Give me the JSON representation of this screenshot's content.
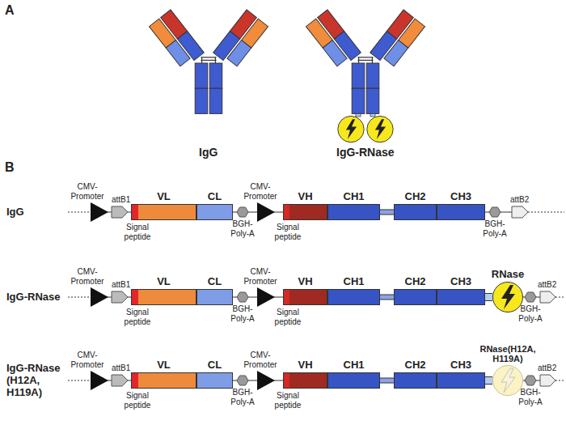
{
  "diagram": {
    "nodes": [
      {
        "text": [
          "VL"
        ]
      },
      {
        "text": [
          "CL"
        ]
      },
      {
        "text": [
          "VH"
        ]
      },
      {
        "text": [
          "CH1"
        ]
      },
      {
        "text": [
          "CH2"
        ]
      },
      {
        "text": [
          "CH3"
        ]
      },
      {
        "text": [
          "VL"
        ]
      },
      {
        "text": [
          "CL"
        ]
      },
      {
        "text": [
          "VH"
        ]
      },
      {
        "text": [
          "CH1"
        ]
      },
      {
        "text": [
          "CH2"
        ]
      },
      {
        "text": [
          "CH3"
        ]
      },
      {
        "text": [
          "RNase"
        ]
      },
      {
        "text": [
          "VL"
        ]
      },
      {
        "text": [
          "CL"
        ]
      },
      {
        "text": [
          "VH"
        ]
      },
      {
        "text": [
          "CH1"
        ]
      },
      {
        "text": [
          "CH2"
        ]
      },
      {
        "text": [
          "CH3"
        ]
      },
      {
        "text": [
          "RNase(H12A, H119A)"
        ]
      }
    ],
    "edges": [
      {
        "from": 3,
        "to": 4,
        "arrow": "none"
      },
      {
        "from": 9,
        "to": 10,
        "arrow": "none"
      },
      {
        "from": 11,
        "to": 12,
        "arrow": "none"
      },
      {
        "from": 16,
        "to": 17,
        "arrow": "none"
      },
      {
        "from": 18,
        "to": 19,
        "arrow": "none"
      }
    ],
    "labels": [
      "A",
      "IgG",
      "IgG-RNase",
      "B",
      "IgG",
      "CMV-Promoter",
      "attB1",
      "Signal peptide",
      "BGH-Poly-A",
      "CMV-Promoter",
      "Signal peptide",
      "BGH-Poly-A",
      "attB2",
      "IgG-RNase",
      "CMV-Promoter",
      "attB1",
      "Signal peptide",
      "BGH-Poly-A",
      "CMV-Promoter",
      "Signal peptide",
      "BGH-Poly-A",
      "attB2",
      "IgG-RNase (H12A, H119A)",
      "CMV-Promoter",
      "attB1",
      "Signal peptide",
      "BGH-Poly-A",
      "CMV-Promoter",
      "Signal peptide",
      "BGH-Poly-A",
      "attB2"
    ]
  }
}
